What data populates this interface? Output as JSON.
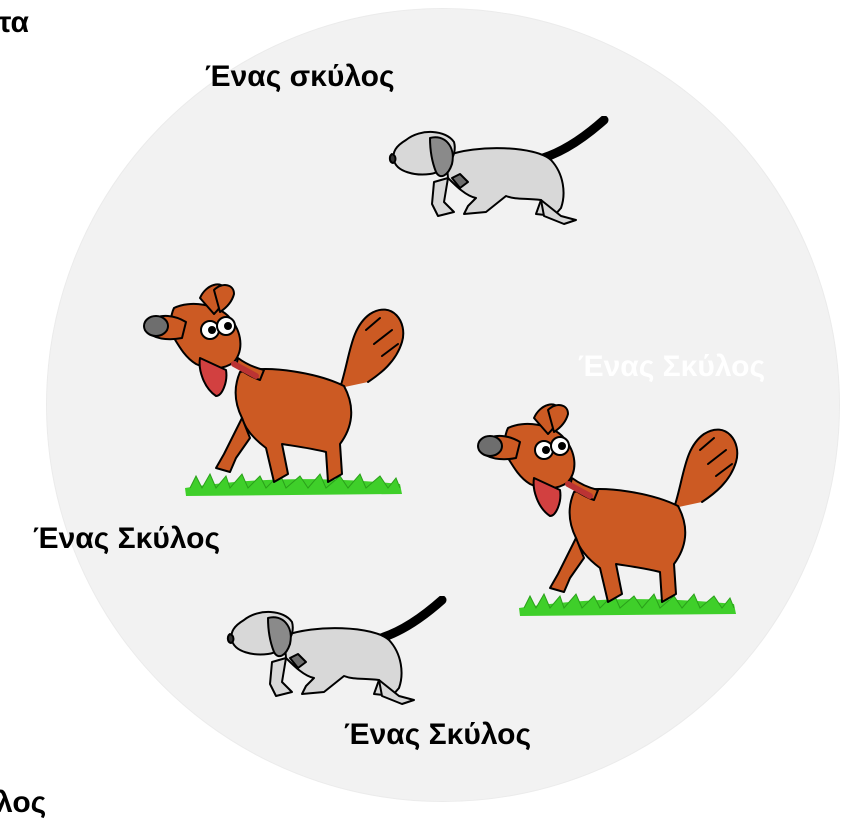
{
  "labels": {
    "cut_top": "τα",
    "top": "Ένας σκύλος",
    "white_right": "Ένας Σκύλος",
    "left": "Ένας Σκύλος",
    "bottom": "Ένας Σκύλος",
    "cut_bottom": "λος"
  },
  "pictures": [
    {
      "name": "grey-dog-top",
      "kind": "grey-dog"
    },
    {
      "name": "orange-dog-left",
      "kind": "orange-dog"
    },
    {
      "name": "orange-dog-right",
      "kind": "orange-dog"
    },
    {
      "name": "grey-dog-bottom",
      "kind": "grey-dog"
    }
  ],
  "colors": {
    "circle_fill": "#f2f2f2",
    "orange_dog": "#cc5a23",
    "grass": "#3fcf2a",
    "grey_dog": "#d8d8d8"
  }
}
